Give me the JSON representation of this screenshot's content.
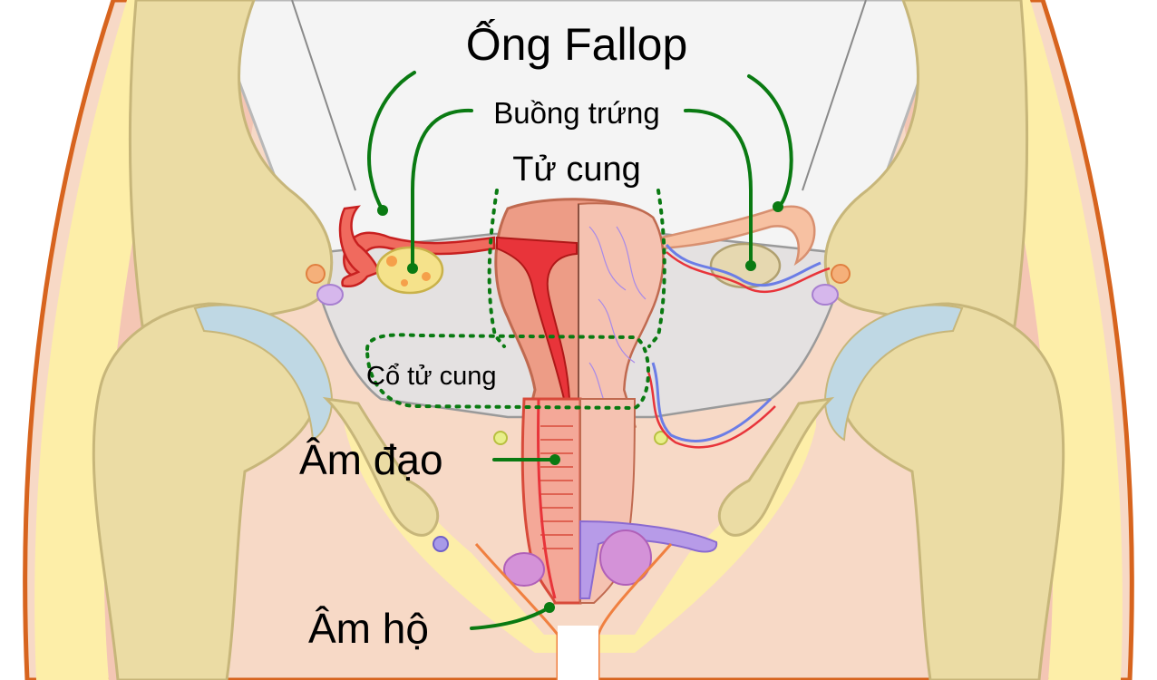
{
  "colors": {
    "skin": "#f7d9c6",
    "muscle": "#f4c6b4",
    "fat": "#fdeea8",
    "bone": "#ebdca4",
    "bone_outline": "#c7b67a",
    "cartilage": "#bfd8e4",
    "abdomen": "#f4f4f4",
    "peritoneum": "#e4e1e1",
    "uterus": "#ed9c86",
    "uterus_light": "#f5c2b1",
    "fallopian": "#f06a5e",
    "ovary": "#f5e28b",
    "vein": "#6b7de6",
    "artery": "#e8343a",
    "bladder": "#b79be8",
    "leader": "#0a7a12",
    "body_outline": "#d7641e"
  },
  "labels": {
    "fallopian_tube": "Ống Fallop",
    "ovary": "Buồng trứng",
    "uterus": "Tử cung",
    "cervix": "Cổ tử cung",
    "vagina": "Âm đạo",
    "vulva": "Âm hộ"
  }
}
